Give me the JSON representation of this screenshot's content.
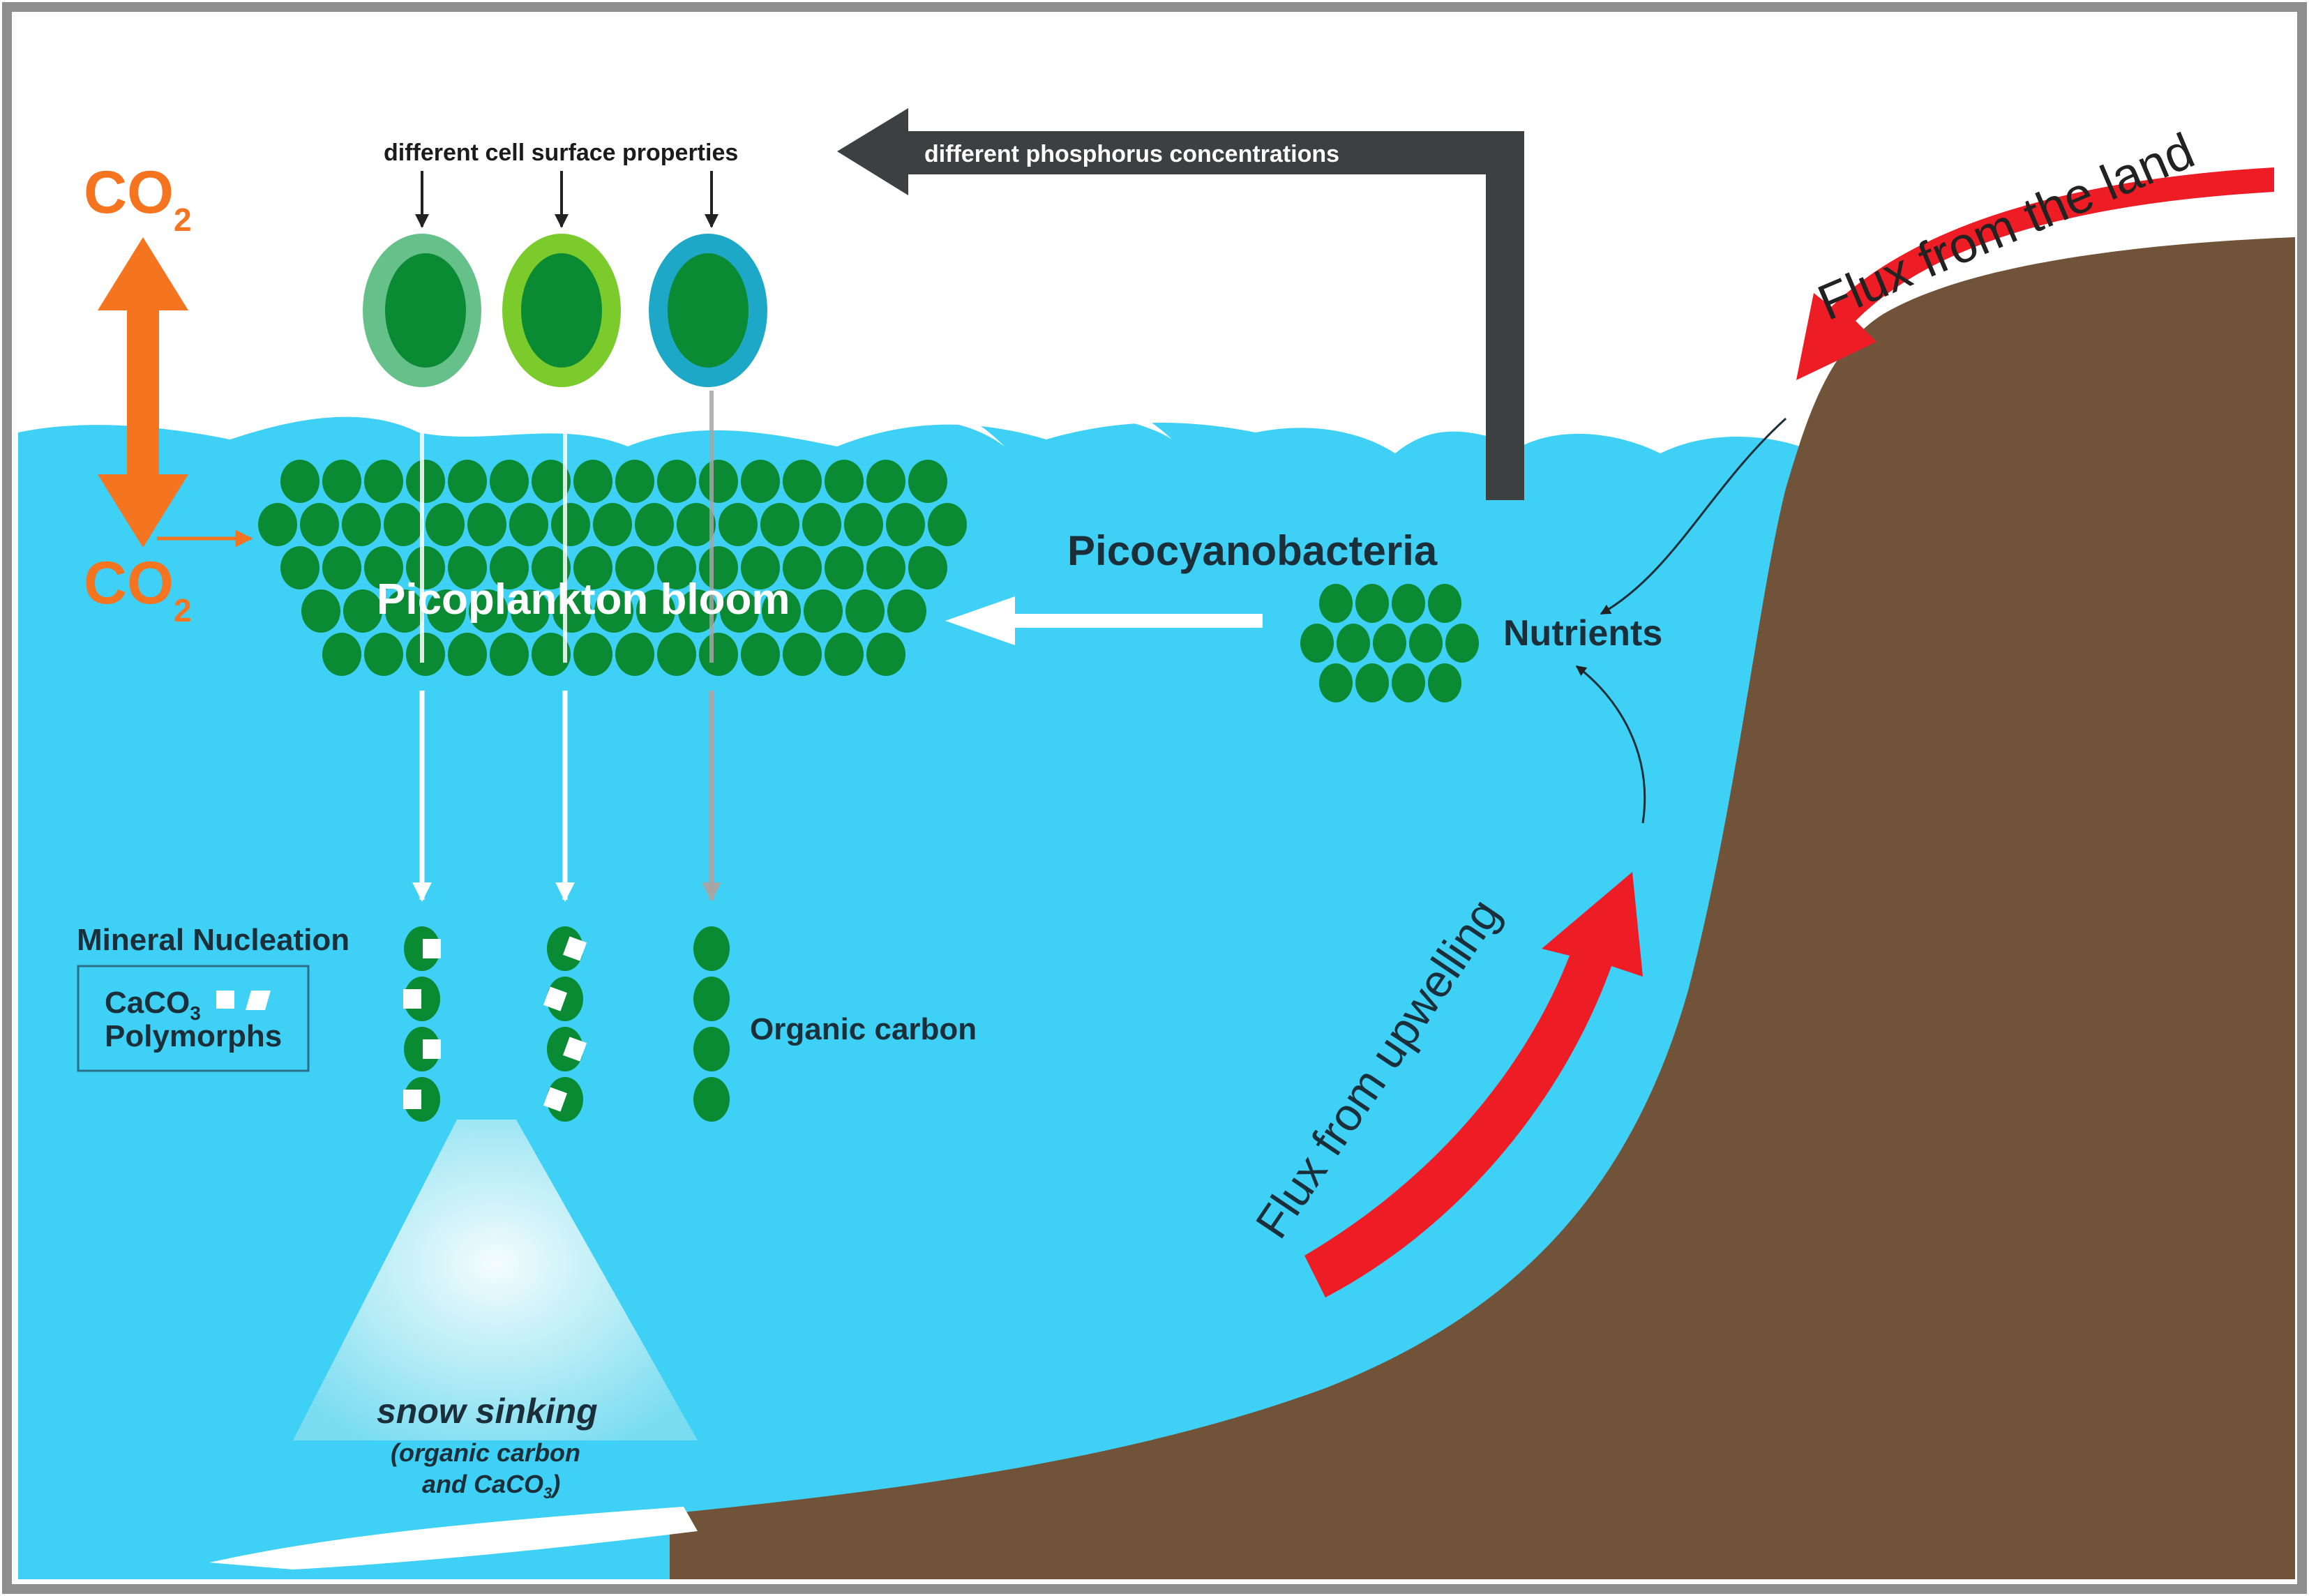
{
  "diagram": {
    "labels": {
      "cell_surface": "different cell surface properties",
      "phosphorus": "different phosphorus concentrations",
      "flux_land": "Flux from the land",
      "flux_upwelling": "Flux from upwelling",
      "picocyanobacteria": "Picocyanobacteria",
      "nutrients": "Nutrients",
      "bloom": "Picoplankton bloom",
      "mineral_nucleation": "Mineral Nucleation",
      "caco3_line1": "CaCO",
      "caco3_sub": "3",
      "caco3_line2": "Polymorphs",
      "organic_carbon": "Organic carbon",
      "snow_sinking": "snow sinking",
      "snow_sub1": "(organic carbon",
      "snow_sub2_prefix": "and CaCO",
      "snow_sub2_sub": "3",
      "snow_sub2_suffix": ")",
      "co2_top": "CO",
      "co2_top_sub": "2",
      "co2_bottom": "CO",
      "co2_bottom_sub": "2"
    },
    "colors": {
      "sky": "#ffffff",
      "water": "#3fd0f5",
      "land": "#705338",
      "frame": "#8e8e8e",
      "cell": "#0a8a33",
      "cell_ring_1": "#66c08a",
      "cell_ring_2": "#7ccb2c",
      "cell_ring_3": "#1ea8c8",
      "co2_arrow": "#f47420",
      "flux_arrow": "#ee1c25",
      "phosphorus_arrow": "#3e3f41",
      "white_arrow": "#ffffff",
      "grey_arrow": "#a6a6a6",
      "text_dark": "#1b2f3a"
    }
  }
}
